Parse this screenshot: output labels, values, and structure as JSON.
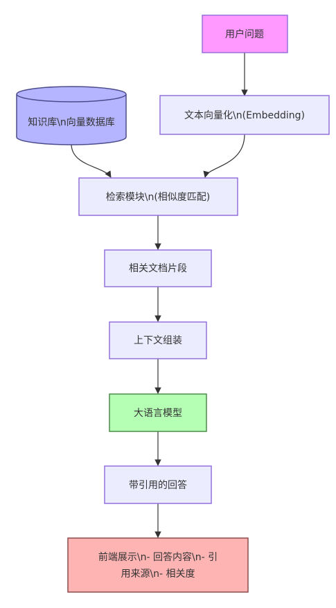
{
  "nodes": {
    "user_question": {
      "label": "用户问题",
      "fill": "#ff99ff",
      "stroke": "#9370db"
    },
    "kb": {
      "label": "知识库\\n向量数据库",
      "fill": "#b4b4ff",
      "stroke": "#4b4b8c"
    },
    "embed": {
      "label": "文本向量化\\n(Embedding)",
      "fill": "#ececff",
      "stroke": "#9370db"
    },
    "retrieve": {
      "label": "检索模块\\n(相似度匹配)",
      "fill": "#ececff",
      "stroke": "#9370db"
    },
    "docs": {
      "label": "相关文档片段",
      "fill": "#ececff",
      "stroke": "#9370db"
    },
    "context": {
      "label": "上下文组装",
      "fill": "#ececff",
      "stroke": "#9370db"
    },
    "llm": {
      "label": "大语言模型",
      "fill": "#b4ffb4",
      "stroke": "#4b8c4b"
    },
    "answer": {
      "label": "带引用的回答",
      "fill": "#ececff",
      "stroke": "#9370db"
    },
    "frontend": {
      "label_line1": "前端展示\\n- 回答内容\\n- 引",
      "label_line2": "用来源\\n- 相关度",
      "fill": "#ffb4b4",
      "stroke": "#8c4b4b"
    }
  }
}
